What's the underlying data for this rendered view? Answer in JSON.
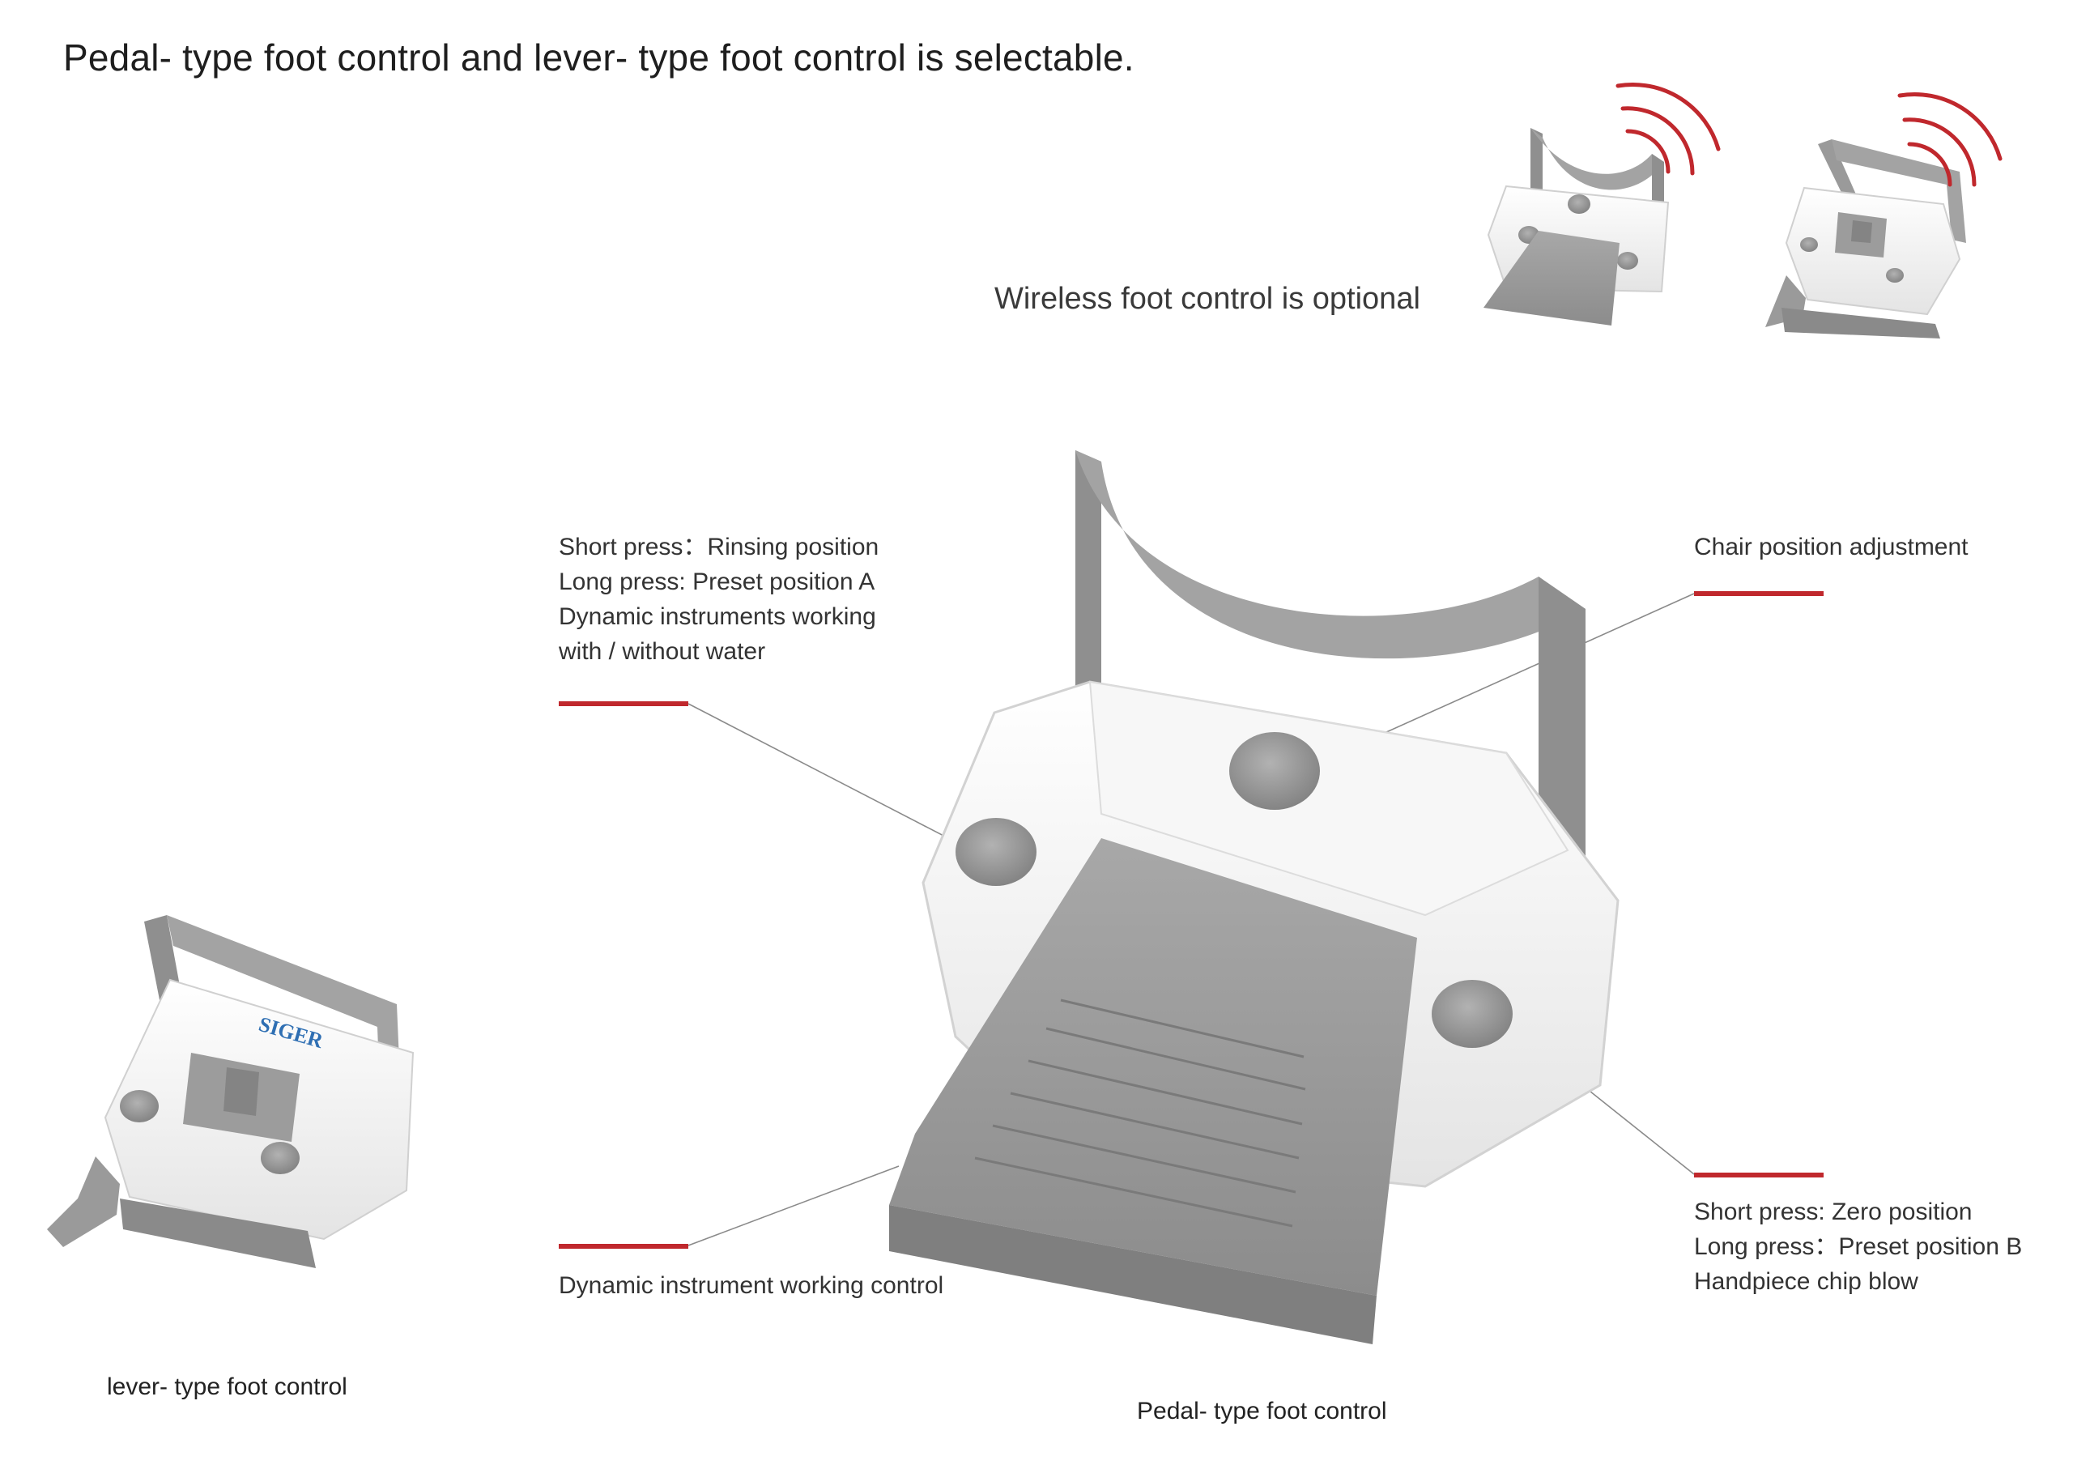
{
  "headline": "Pedal- type foot control and lever- type foot control is selectable.",
  "wireless_note": "Wireless foot control is optional",
  "callouts": {
    "top_left": [
      "Short press：Rinsing position",
      "Long press: Preset position A",
      "Dynamic instruments working",
      "with / without water"
    ],
    "top_right": [
      "Chair position adjustment"
    ],
    "bottom_left": [
      "Dynamic instrument working control"
    ],
    "bottom_right": [
      "Short press: Zero position",
      "Long press：Preset position B",
      "Handpiece chip blow"
    ]
  },
  "captions": {
    "lever": "lever- type foot control",
    "pedal": "Pedal- type foot control"
  },
  "brand_logo": "SIGER",
  "colors": {
    "accent_red": "#c0282d",
    "body_white": "#f2f2f2",
    "part_gray": "#9a9a9a",
    "text": "#333333"
  }
}
